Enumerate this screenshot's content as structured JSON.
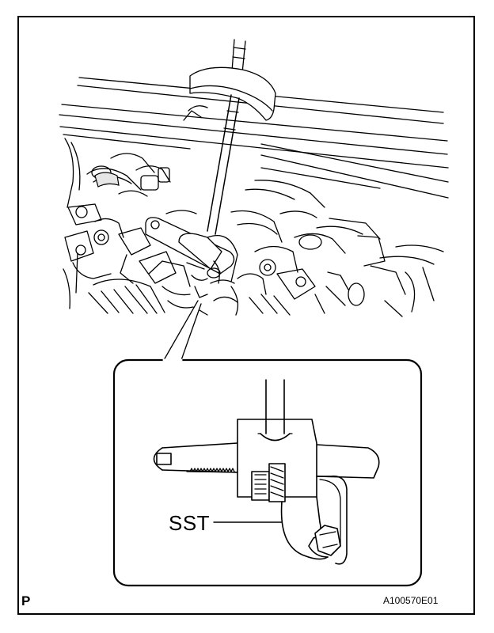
{
  "labels": {
    "tool": "SST",
    "view_marker": "P",
    "figure_code": "A100570E01"
  },
  "colors": {
    "ink": "#000000",
    "paper": "#ffffff",
    "shade": "#bdbdbd"
  }
}
